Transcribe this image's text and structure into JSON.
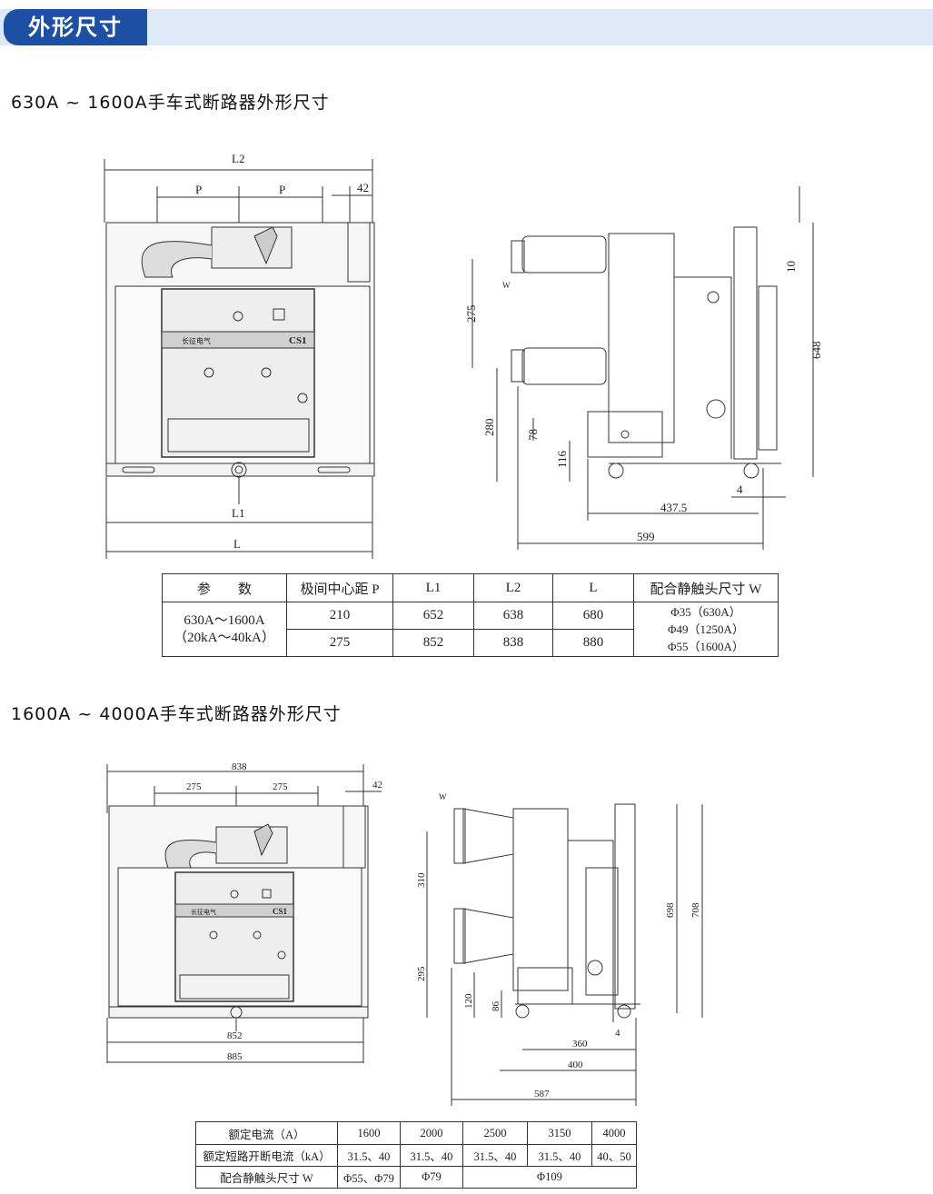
{
  "banner": {
    "title": "外形尺寸"
  },
  "section1": {
    "heading": "630A ~ 1600A手车式断路器外形尺寸",
    "front_labels": {
      "l2": "L2",
      "p_left": "P",
      "p_right": "P",
      "d42": "42",
      "l1": "L1",
      "l": "L"
    },
    "side_labels": {
      "d275": "275",
      "d280": "280",
      "d78": "78",
      "d116": "116",
      "d10": "10",
      "d648": "648",
      "d437": "437.5",
      "d4": "4",
      "d599": "599",
      "w": "W"
    },
    "panel": {
      "brand": "长征电气",
      "model": "CS1"
    },
    "table": {
      "headers": [
        "参　　数",
        "极间中心距 P",
        "L1",
        "L2",
        "L",
        "配合静触头尺寸 W"
      ],
      "param_lines": [
        "630A～1600A",
        "（20kA～40kA）"
      ],
      "rows": [
        [
          "210",
          "652",
          "638",
          "680"
        ],
        [
          "275",
          "852",
          "838",
          "880"
        ]
      ],
      "w_values": [
        "Φ35（630A）",
        "Φ49（1250A）",
        "Φ55（1600A）"
      ]
    }
  },
  "section2": {
    "heading": "1600A ~ 4000A手车式断路器外形尺寸",
    "front_labels": {
      "d838": "838",
      "d275a": "275",
      "d275b": "275",
      "d42": "42",
      "d852": "852",
      "d885": "885"
    },
    "side_labels": {
      "d310": "310",
      "d295": "295",
      "d120": "120",
      "d86": "86",
      "d698": "698",
      "d708": "708",
      "d360": "360",
      "d400": "400",
      "d587": "587",
      "d4": "4",
      "w": "W"
    },
    "panel": {
      "brand": "长征电气",
      "model": "CS1"
    },
    "table": {
      "rows": [
        {
          "label": "额定电流（A）",
          "cells": [
            "1600",
            "2000",
            "2500",
            "3150",
            "4000"
          ]
        },
        {
          "label": "额定短路开断电流（kA）",
          "cells": [
            "31.5、40",
            "31.5、40",
            "31.5、40",
            "31.5、40",
            "40、50"
          ]
        },
        {
          "label": "配合静触头尺寸 W",
          "cells": [
            "Φ55、Φ79",
            "Φ79",
            "Φ109"
          ]
        }
      ]
    }
  }
}
